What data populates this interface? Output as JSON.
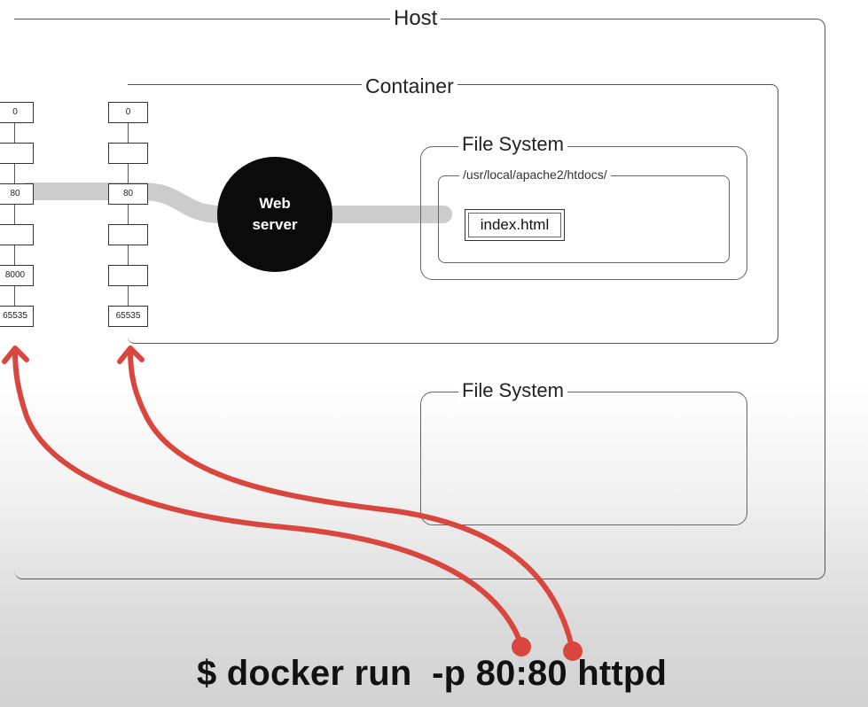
{
  "host": {
    "label": "Host"
  },
  "container": {
    "label": "Container"
  },
  "container_filesystem": {
    "label": "File System",
    "path": "/usr/local/apache2/htdocs/",
    "file": "index.html"
  },
  "host_filesystem": {
    "label": "File System"
  },
  "web_server": {
    "line1": "Web",
    "line2": "server"
  },
  "host_ports": [
    "0",
    "",
    "80",
    "",
    "8000",
    "65535"
  ],
  "container_ports": [
    "0",
    "",
    "80",
    "",
    "",
    "65535"
  ],
  "command": "$ docker run  -p 80:80 httpd",
  "colors": {
    "arrow": "#d9463e",
    "mapping": "#cccccc",
    "server": "#0b0b0b"
  }
}
